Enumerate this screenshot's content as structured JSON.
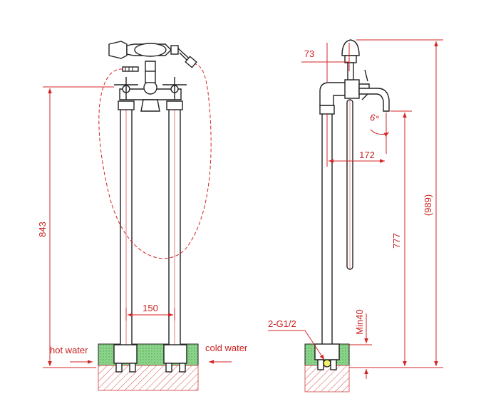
{
  "colors": {
    "dimension": "#d62424",
    "outline": "#222222",
    "floor_green": "#8cd48c",
    "hatch": "#d23a3a"
  },
  "front_view": {
    "dim_height": "843",
    "dim_spacing": "150",
    "label_hot": "hot water",
    "label_cold": "cold water"
  },
  "side_view": {
    "dim_top_offset": "73",
    "dim_angle": "6°",
    "dim_reach": "172",
    "dim_spout_height": "777",
    "dim_total_height": "(989)",
    "dim_min": "Min40",
    "label_connection": "2-G1/2"
  }
}
